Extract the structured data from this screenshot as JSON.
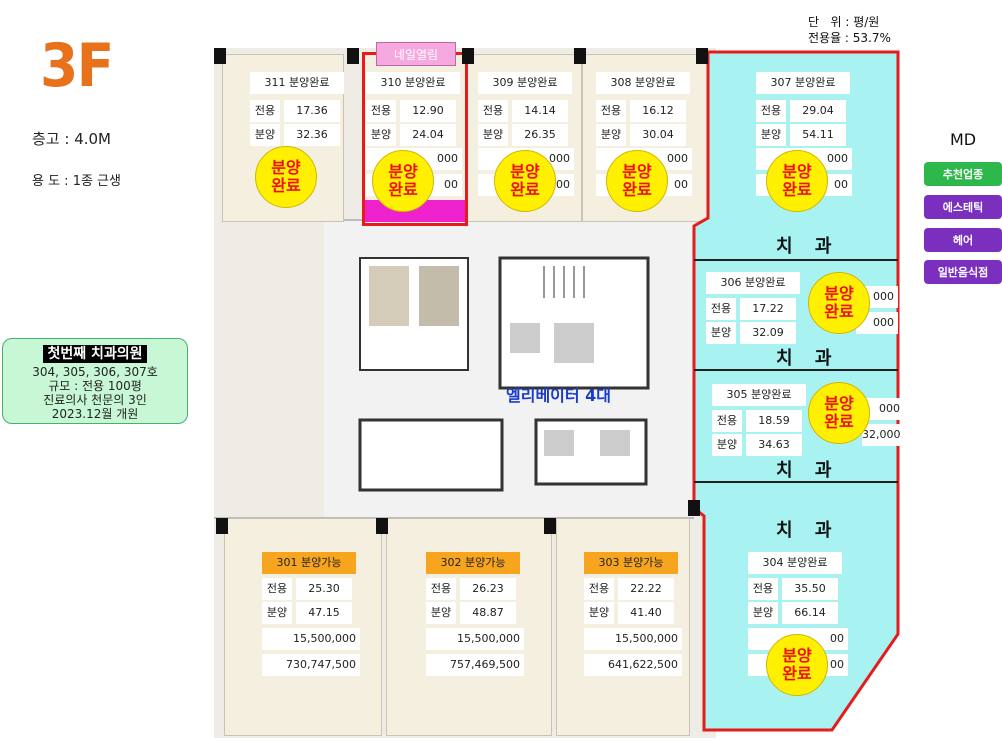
{
  "floor": "3F",
  "ceiling": "층고 : 4.0M",
  "usage": "용 도 : 1종 근생",
  "unit_info": {
    "line1": "단   위 : 평/원",
    "line2": "전용율 : 53.7%"
  },
  "promo": {
    "title": "첫번째 치과의원",
    "lines": [
      "304, 305, 306, 307호",
      "규모 : 전용 100평",
      "진료의사 천문의 3인",
      "2023.12월 개원"
    ]
  },
  "md": {
    "title": "MD",
    "items": [
      {
        "label": "추천업종",
        "color": "#2eb84c"
      },
      {
        "label": "에스테틱",
        "color": "#7b2fbf"
      },
      {
        "label": "헤어",
        "color": "#7b2fbf"
      },
      {
        "label": "일반음식점",
        "color": "#7b2fbf"
      }
    ]
  },
  "nameplate": "네일열림",
  "elevator": "엘리베이터 4대",
  "dental": "치 과",
  "labels": {
    "exclusive": "전용",
    "sale": "분양",
    "sold": "분양\n완료"
  },
  "units": {
    "u311": {
      "title": "311 분양완료",
      "excl": "17.36",
      "sale": "32.36"
    },
    "u310": {
      "title": "310 분양완료",
      "excl": "12.90",
      "sale": "24.04",
      "p": "000",
      "t": "00"
    },
    "u309": {
      "title": "309 분양완료",
      "excl": "14.14",
      "sale": "26.35",
      "p": "000",
      "t": "00"
    },
    "u308": {
      "title": "308 분양완료",
      "excl": "16.12",
      "sale": "30.04",
      "p": "000",
      "t": "00"
    },
    "u307": {
      "title": "307 분양완료",
      "excl": "29.04",
      "sale": "54.11",
      "p": "000",
      "t": "00"
    },
    "u306": {
      "title": "306 분양완료",
      "excl": "17.22",
      "sale": "32.09",
      "p": "000",
      "t": "000"
    },
    "u305": {
      "title": "305 분양완료",
      "excl": "18.59",
      "sale": "34.63",
      "p": "000",
      "t": "32,000"
    },
    "u304": {
      "title": "304 분양완료",
      "excl": "35.50",
      "sale": "66.14",
      "p": "00",
      "t": "00"
    },
    "u301": {
      "title": "301 분양가능",
      "excl": "25.30",
      "sale": "47.15",
      "p": "15,500,000",
      "t": "730,747,500"
    },
    "u302": {
      "title": "302 분양가능",
      "excl": "26.23",
      "sale": "48.87",
      "p": "15,500,000",
      "t": "757,469,500"
    },
    "u303": {
      "title": "303 분양가능",
      "excl": "22.22",
      "sale": "41.40",
      "p": "15,500,000",
      "t": "641,622,500"
    }
  }
}
